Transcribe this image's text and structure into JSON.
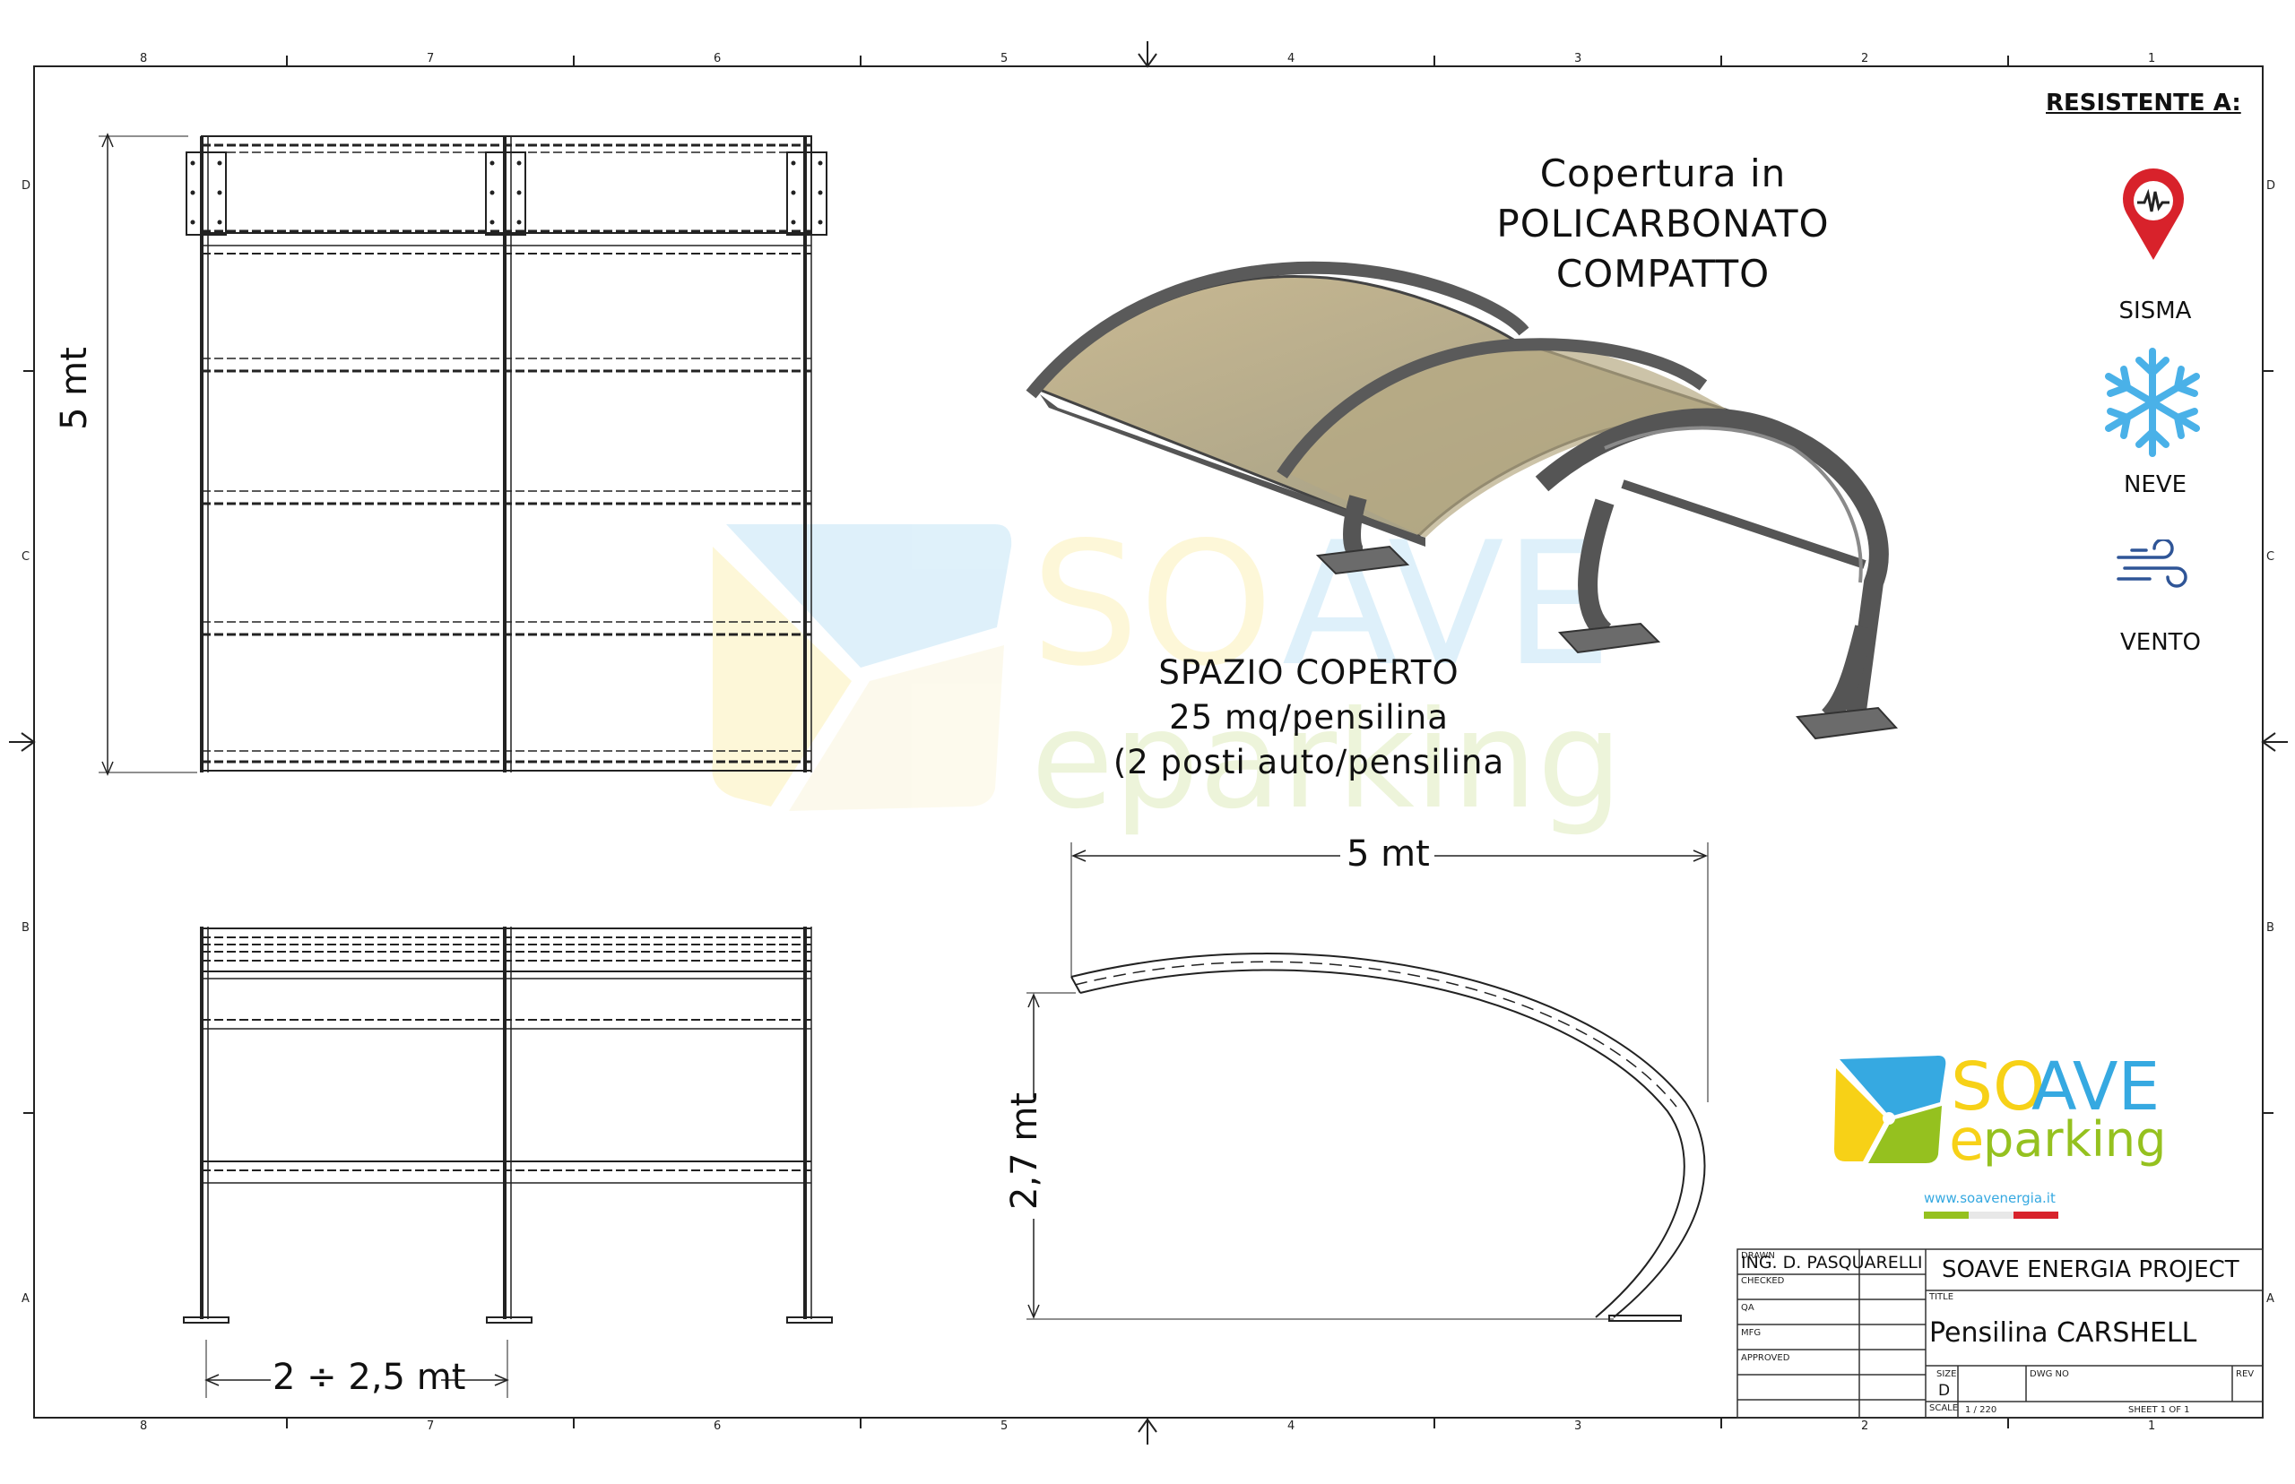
{
  "header": {
    "resistente_label": "RESISTENTE A:"
  },
  "roof": {
    "line1": "Copertura in",
    "line2": "POLICARBONATO",
    "line3": "COMPATTO"
  },
  "covered_space": {
    "line1": "SPAZIO COPERTO",
    "line2": "25 mq/pensilina",
    "line3": "(2 posti auto/pensilina"
  },
  "dimensions": {
    "plan_length": "5 mt",
    "front_width": "2 ÷ 2,5 mt",
    "side_span": "5 mt",
    "side_height": "2,7 mt"
  },
  "resistances": [
    {
      "label": "SISMA",
      "icon": "seismic-pin-icon",
      "color": "#d8222b"
    },
    {
      "label": "NEVE",
      "icon": "snowflake-icon",
      "color": "#4ab1e8"
    },
    {
      "label": "VENTO",
      "icon": "wind-icon",
      "color": "#2f5597"
    }
  ],
  "logo": {
    "word_so": "SO",
    "word_ave": "AVE",
    "word_e": "e",
    "word_parking": "parking",
    "url": "www.soavenergia.it",
    "colors": {
      "blue": "#36a9e1",
      "yellow": "#f7d117",
      "green": "#95c11f"
    }
  },
  "title_block": {
    "drawn_label": "DRAWN",
    "drawn_by": "ING. D. PASQUARELLI",
    "checked_label": "CHECKED",
    "qa_label": "QA",
    "mfg_label": "MFG",
    "approved_label": "APPROVED",
    "company": "SOAVE ENERGIA PROJECT",
    "title_label": "TITLE",
    "title": "Pensilina CARSHELL",
    "size_label": "SIZE",
    "size": "D",
    "dwg_label": "DWG NO",
    "rev_label": "REV",
    "scale_label": "SCALE",
    "scale": "1 / 220",
    "sheet": "SHEET 1  OF 1"
  },
  "zones": {
    "columns": [
      "8",
      "7",
      "6",
      "5",
      "4",
      "3",
      "2",
      "1"
    ],
    "rows": [
      "D",
      "C",
      "B",
      "A"
    ]
  }
}
